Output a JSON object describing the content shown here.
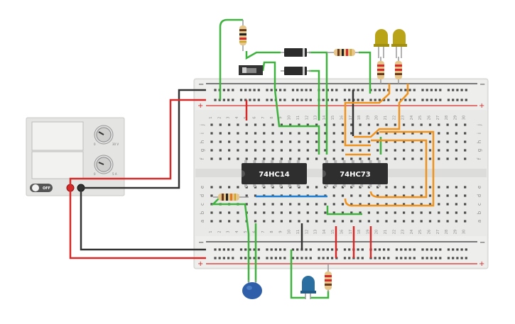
{
  "breadboard": {
    "columns": [
      "1",
      "2",
      "3",
      "4",
      "5",
      "6",
      "7",
      "8",
      "9",
      "10",
      "11",
      "12",
      "13",
      "14",
      "15",
      "16",
      "17",
      "18",
      "19",
      "20",
      "21",
      "22",
      "23",
      "24",
      "25",
      "26",
      "27",
      "28",
      "29",
      "30"
    ],
    "rows_top": [
      "j",
      "i",
      "h",
      "g",
      "f"
    ],
    "rows_bottom": [
      "e",
      "d",
      "c",
      "b",
      "a"
    ],
    "rail_minus": "−",
    "rail_plus": "+"
  },
  "chips": [
    {
      "label": "74HC14"
    },
    {
      "label": "74HC73"
    }
  ],
  "power_supply": {
    "switch_label": "OFF",
    "knob1_min": "0",
    "knob1_max": "30 V",
    "knob2_min": "0",
    "knob2_max": "5 A"
  },
  "colors": {
    "wire_red": "#d42a2a",
    "wire_black": "#333333",
    "wire_green": "#3fb23f",
    "wire_orange": "#f0921e",
    "wire_blue": "#1f7fd4",
    "led_yellow": "#b9a418",
    "led_blue": "#2a6fa0",
    "capacitor": "#2f5fa8"
  }
}
